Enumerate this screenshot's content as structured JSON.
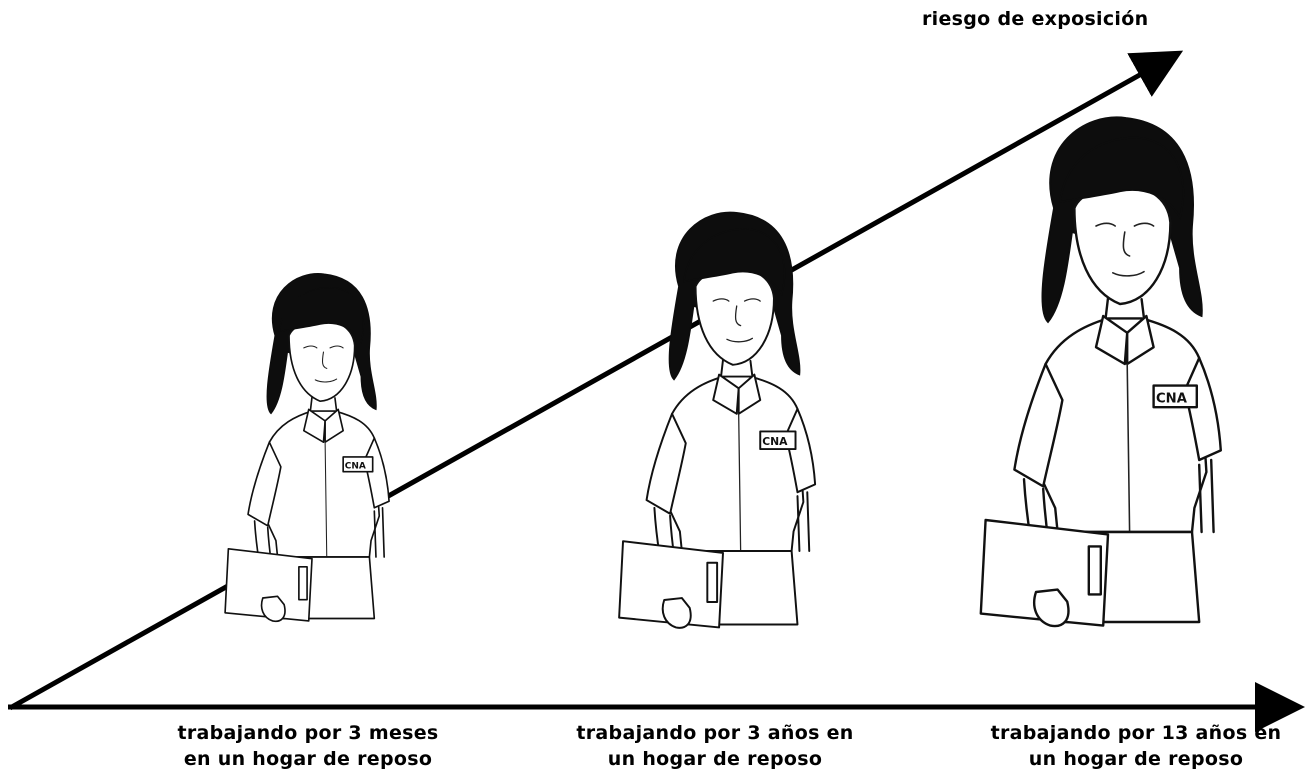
{
  "risk_axis_label": "riesgo de exposición",
  "badge_text": "CNA",
  "workers": [
    {
      "line1": "trabajando por 3 meses",
      "line2": "en un hogar de reposo"
    },
    {
      "line1": "trabajando por 3 años en",
      "line2": "un hogar de reposo"
    },
    {
      "line1": "trabajando por 13 años en",
      "line2": "un hogar de reposo"
    }
  ]
}
